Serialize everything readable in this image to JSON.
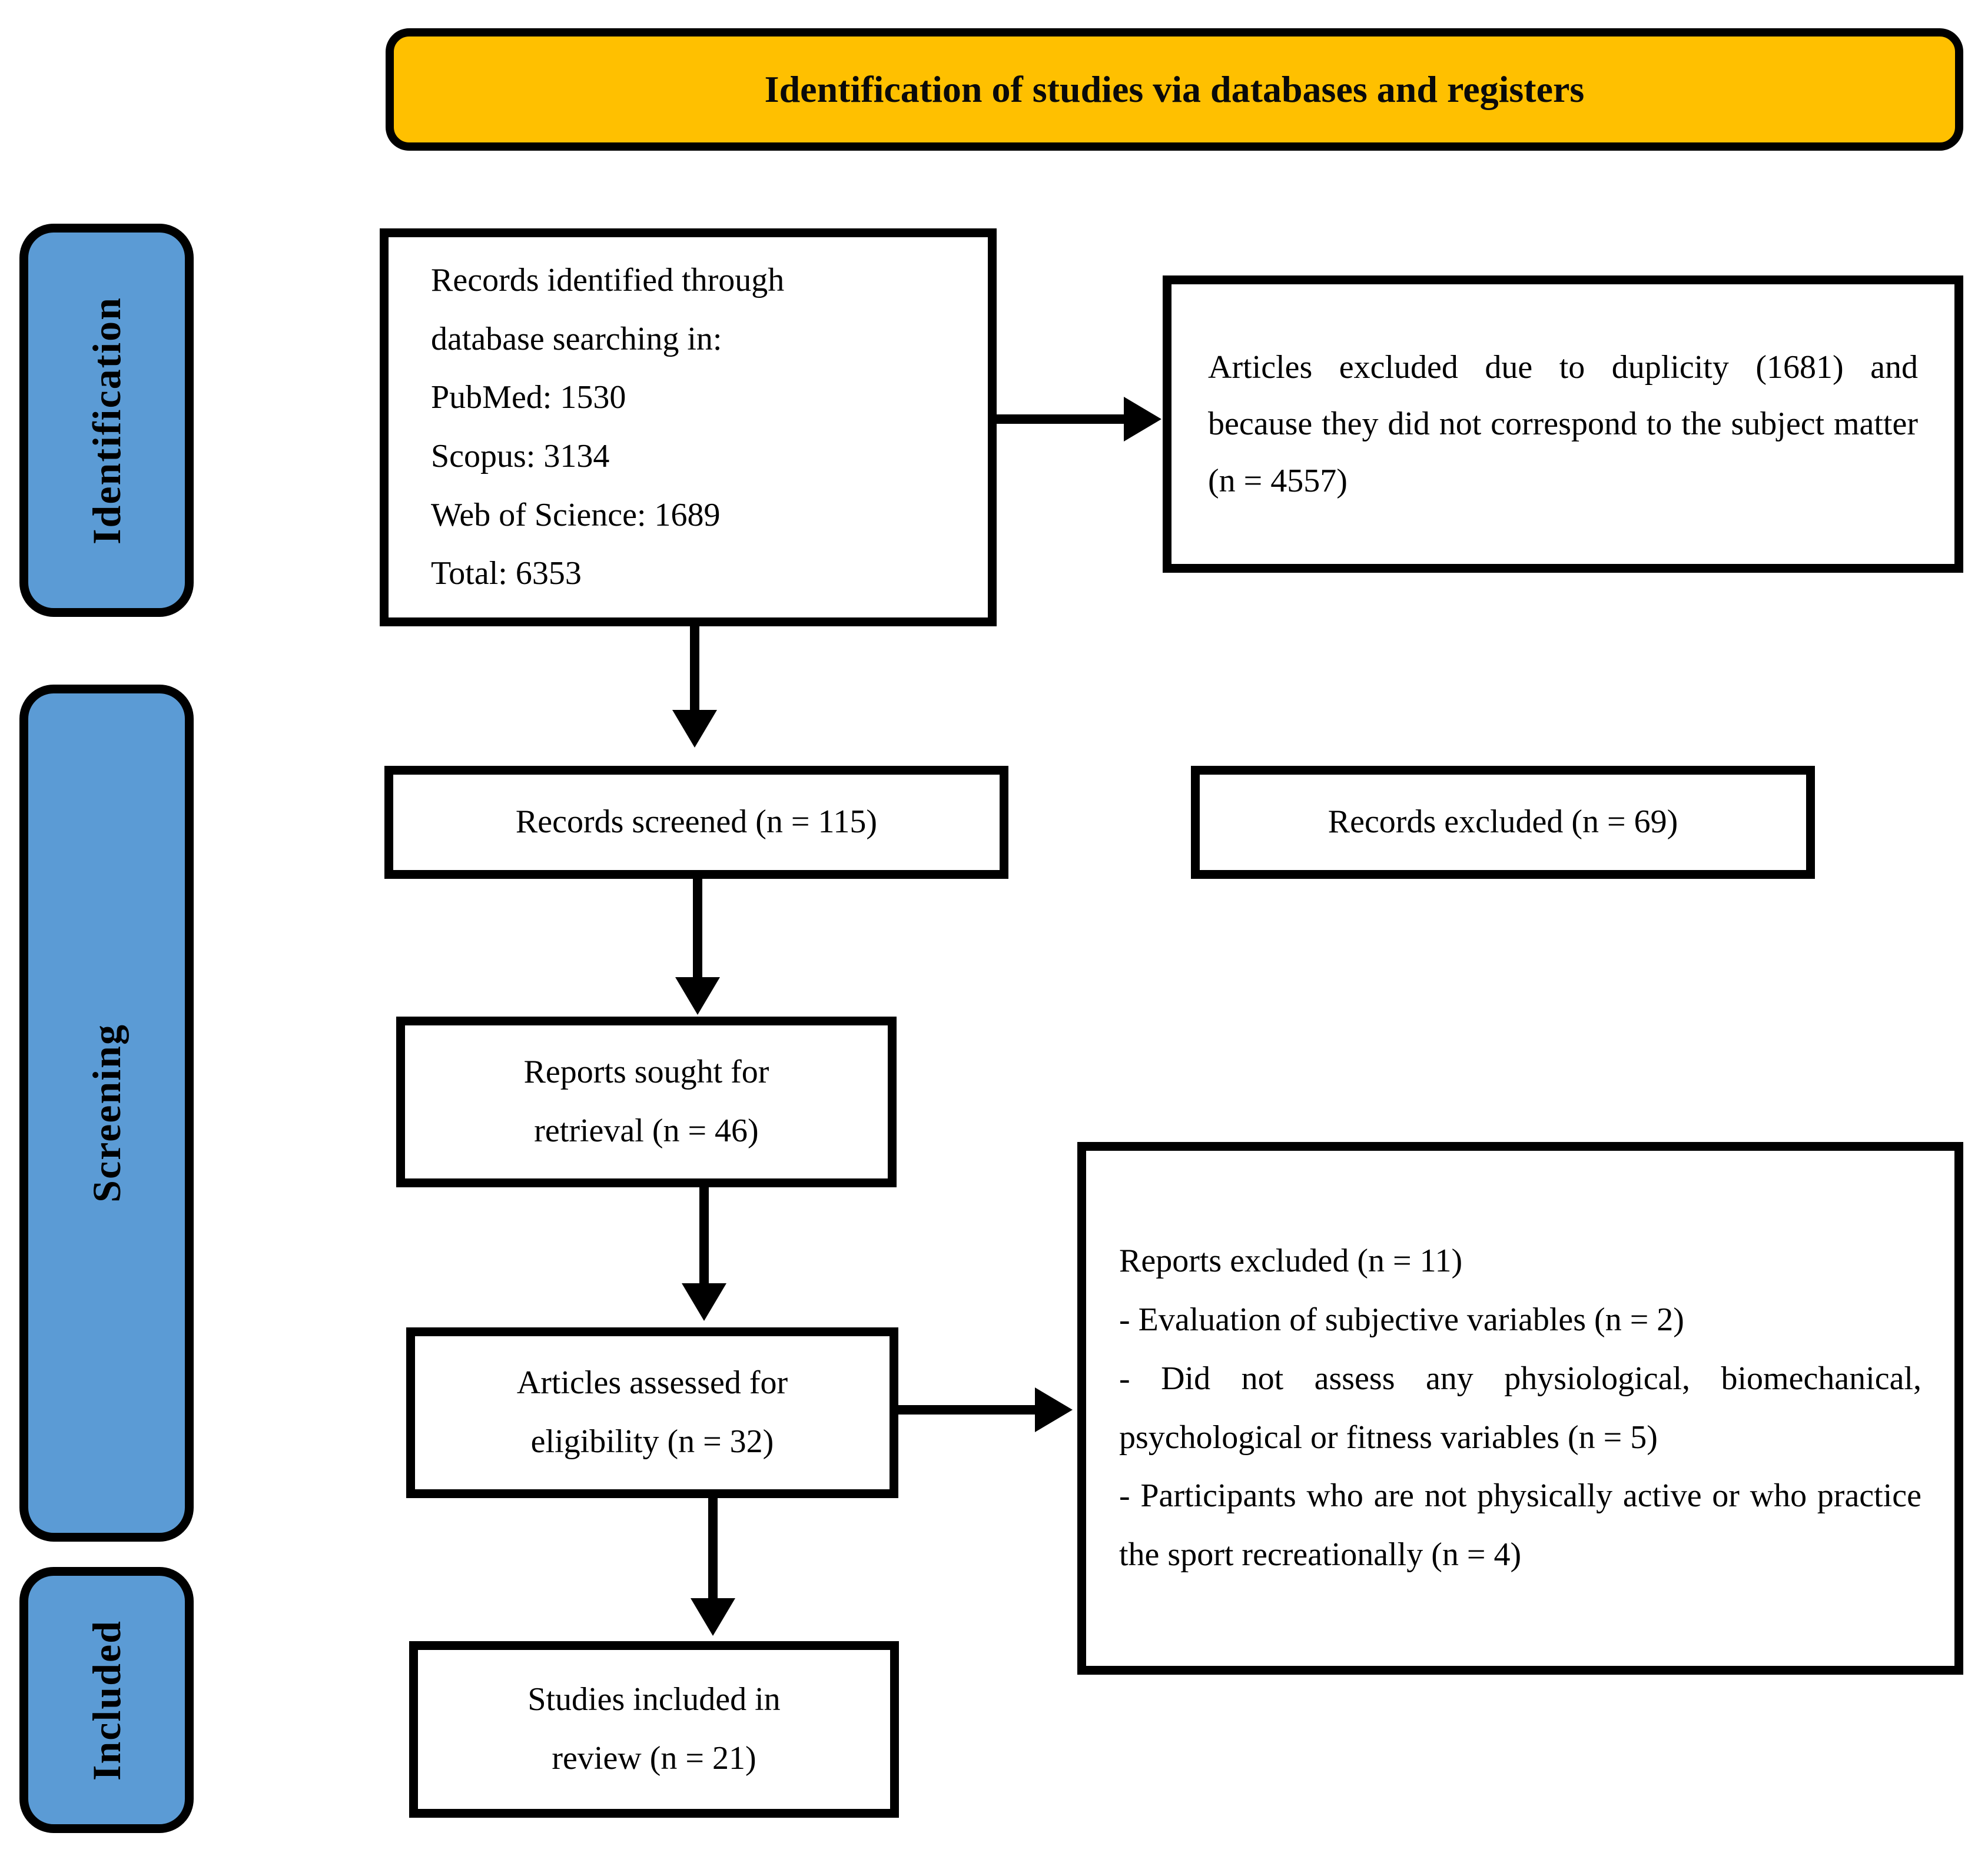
{
  "banner": {
    "title": "Identification of studies via databases and registers"
  },
  "sidebar": {
    "identification": "Identification",
    "screening": "Screening",
    "included": "Included"
  },
  "flow": {
    "identified": {
      "lines": [
        "Records identified through",
        "database searching in:",
        "PubMed: 1530",
        "Scopus: 3134",
        "Web of Science: 1689",
        "Total: 6353"
      ]
    },
    "screened": {
      "label": "Records screened (n = 115)"
    },
    "sought": {
      "lines": [
        "Reports sought for",
        "retrieval (n = 46)"
      ]
    },
    "assessed": {
      "lines": [
        "Articles assessed for",
        "eligibility (n = 32)"
      ]
    },
    "included_studies": {
      "lines": [
        "Studies included in",
        "review (n = 21)"
      ]
    }
  },
  "exclusions": {
    "duplicates": {
      "text": "Articles excluded due to duplicity (1681) and because they did not correspond to the subject matter (n = 4557)"
    },
    "records_excluded": {
      "label": "Records excluded (n = 69)"
    },
    "reports_excluded": {
      "title": "Reports excluded (n = 11)",
      "reasons": [
        "- Evaluation of subjective variables (n = 2)",
        "- Did not assess any physiological, biomechanical, psychological or fitness variables (n = 5)",
        "- Participants who are not physically active or who practice the sport recreationally (n = 4)"
      ]
    }
  },
  "colors": {
    "banner_fill": "#FFC000",
    "stage_fill": "#5B9BD5",
    "line": "#000000"
  }
}
